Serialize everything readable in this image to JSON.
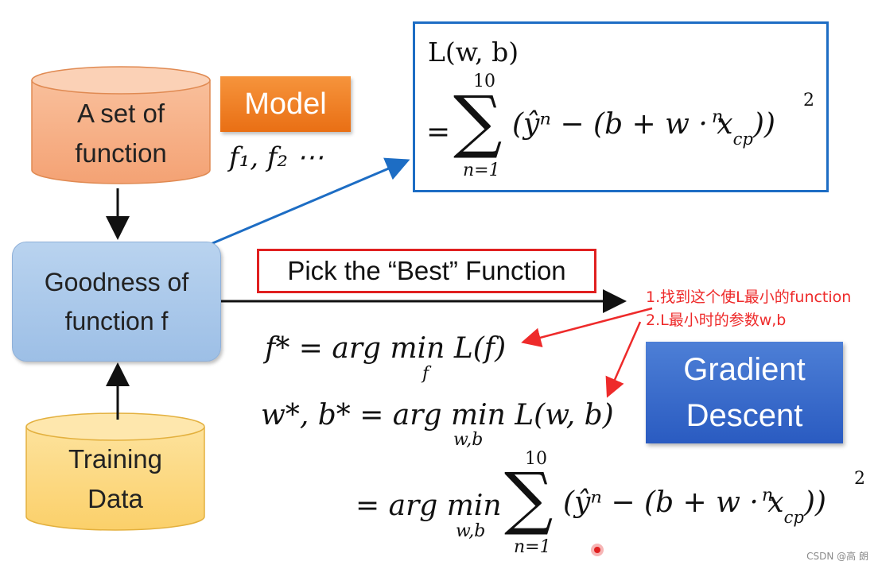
{
  "model": {
    "set_of_function": [
      "A set of",
      "function"
    ],
    "model_label": "Model",
    "functions": "f₁, f₂ ⋯"
  },
  "goodness": [
    "Goodness of",
    "function f"
  ],
  "training_data": [
    "Training",
    "Data"
  ],
  "loss": {
    "line1": "L(w, b)",
    "sum_upper": "10",
    "sum_lower": "n=1",
    "expr": "(ŷⁿ − (b + w · x",
    "x_sup": "n",
    "x_sub": "cp",
    "close": "))",
    "square": "2"
  },
  "pick": "Pick the “Best” Function",
  "notes": [
    "1.找到这个使L最小的function",
    "2.L最小时的参数w,b"
  ],
  "equations": {
    "f_star": "f* = arg min L(f)",
    "f_sub": "f",
    "wb_star": "w*, b* = arg min L(w, b)",
    "wb_sub": "w,b",
    "third_prefix": "= arg min",
    "third_sub": "w,b",
    "sum_upper": "10",
    "sum_lower": "n=1",
    "third_expr": "(ŷⁿ − (b + w · x",
    "x_sup": "n",
    "x_sub": "cp",
    "close": "))",
    "square": "2"
  },
  "gradient": [
    "Gradient",
    "Descent"
  ],
  "watermark": "CSDN @高 朗",
  "colors": {
    "blue_border": "#1d6dc4",
    "red_border": "#e02020",
    "annotation": "#ee2a2a"
  }
}
